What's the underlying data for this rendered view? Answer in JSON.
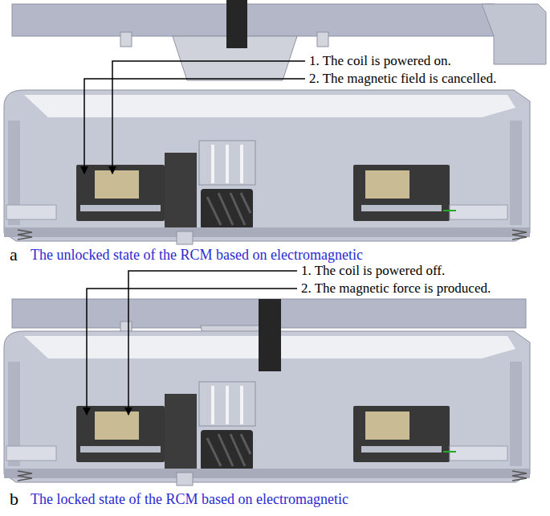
{
  "diagram": {
    "labels": [
      "1. The coil is powered on.",
      "2. The magnetic field is cancelled.",
      "a",
      "The unlocked state of the RCM based on electromagnetic",
      "1. The coil is powered off.",
      "2. The magnetic force is produced.",
      "b",
      "The locked state of the RCM based on electromagnetic"
    ]
  }
}
